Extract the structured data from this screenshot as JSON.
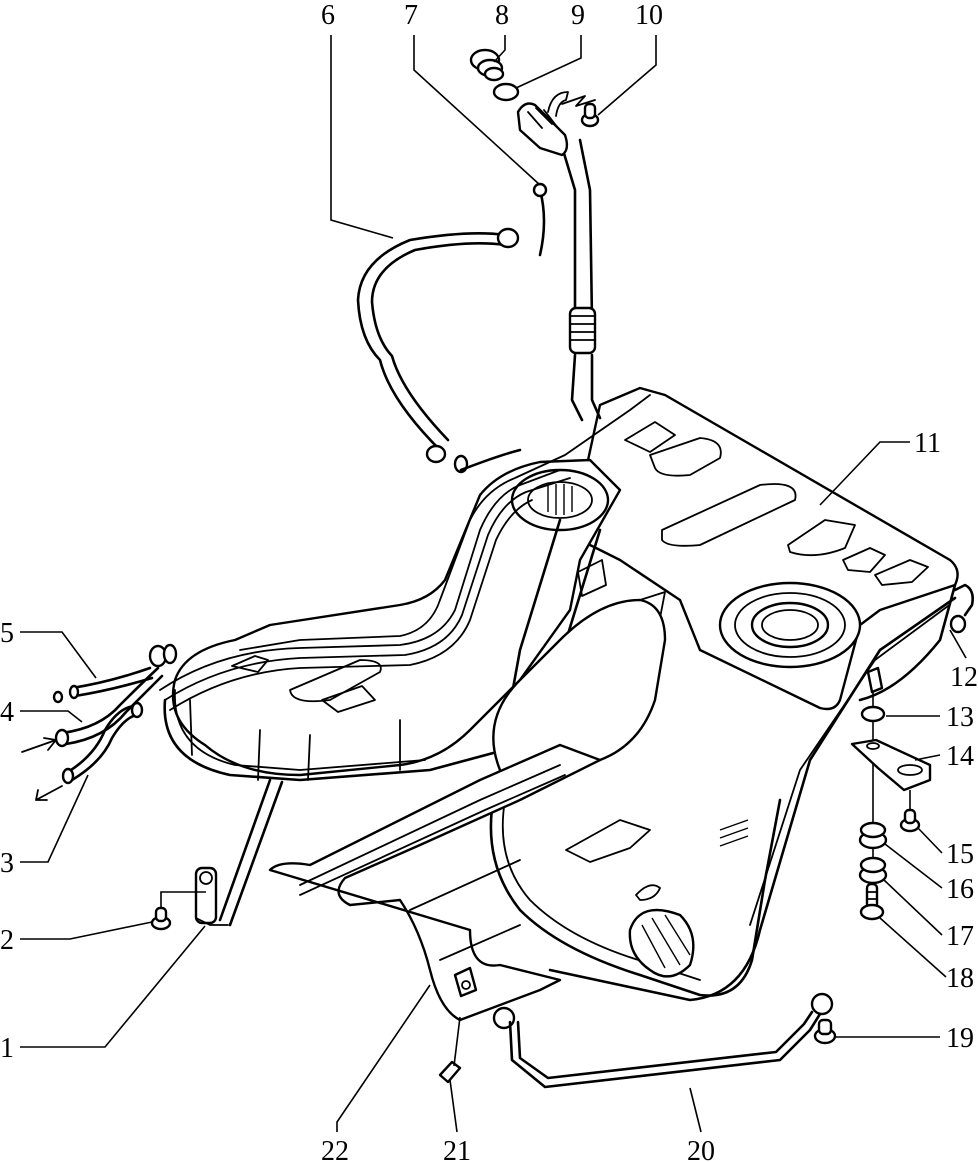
{
  "diagram": {
    "type": "exploded-parts-view",
    "subject": "fuel tank assembly",
    "line_color": "#000000",
    "background": "#ffffff",
    "callouts": [
      {
        "id": "1",
        "label": "1"
      },
      {
        "id": "2",
        "label": "2"
      },
      {
        "id": "3",
        "label": "3"
      },
      {
        "id": "4",
        "label": "4"
      },
      {
        "id": "5",
        "label": "5"
      },
      {
        "id": "6",
        "label": "6"
      },
      {
        "id": "7",
        "label": "7"
      },
      {
        "id": "8",
        "label": "8"
      },
      {
        "id": "9",
        "label": "9"
      },
      {
        "id": "10",
        "label": "10"
      },
      {
        "id": "11",
        "label": "11"
      },
      {
        "id": "12",
        "label": "12"
      },
      {
        "id": "13",
        "label": "13"
      },
      {
        "id": "14",
        "label": "14"
      },
      {
        "id": "15",
        "label": "15"
      },
      {
        "id": "16",
        "label": "16"
      },
      {
        "id": "17",
        "label": "17"
      },
      {
        "id": "18",
        "label": "18"
      },
      {
        "id": "19",
        "label": "19"
      },
      {
        "id": "20",
        "label": "20"
      },
      {
        "id": "21",
        "label": "21"
      },
      {
        "id": "22",
        "label": "22"
      }
    ],
    "flow_arrows": [
      {
        "line": "4",
        "direction": "in"
      },
      {
        "line": "3",
        "direction": "out"
      }
    ]
  }
}
